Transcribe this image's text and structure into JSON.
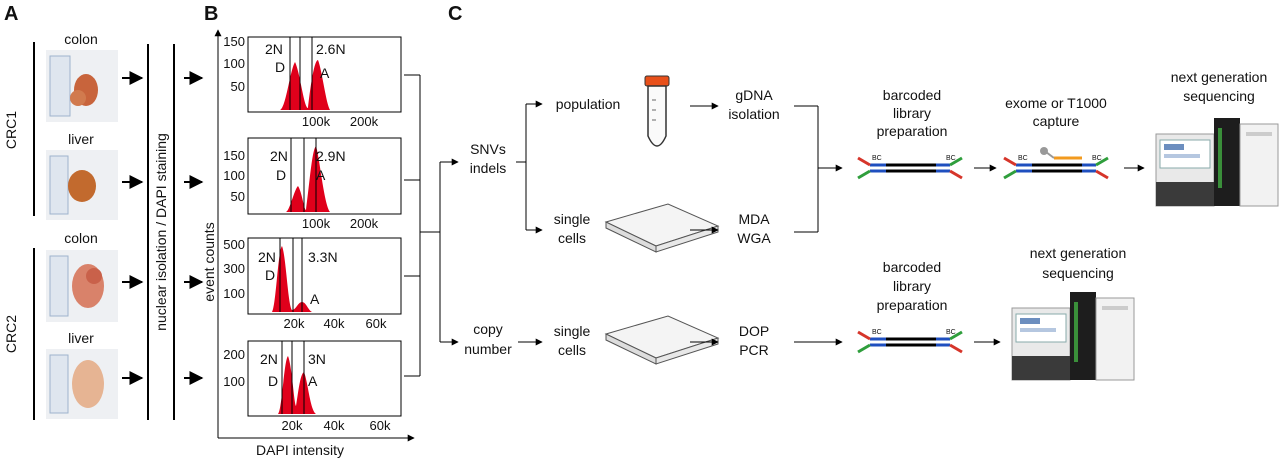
{
  "panels": {
    "a": "A",
    "b": "B",
    "c": "C"
  },
  "panel_a": {
    "groups": [
      {
        "name": "CRC1",
        "tissues": [
          "colon",
          "liver"
        ]
      },
      {
        "name": "CRC2",
        "tissues": [
          "colon",
          "liver"
        ]
      }
    ],
    "process_label": "nuclear isolation / DAPI staining"
  },
  "panel_b": {
    "y_label": "event counts",
    "x_label": "DAPI intensity",
    "histograms": [
      {
        "y_ticks": [
          "150",
          "100",
          "50"
        ],
        "x_ticks": [
          "100k",
          "200k"
        ],
        "diploid_label": "2N",
        "diploid_letter": "D",
        "aneuploid_label": "2.6N",
        "aneuploid_letter": "A"
      },
      {
        "y_ticks": [
          "150",
          "100",
          "50"
        ],
        "x_ticks": [
          "100k",
          "200k"
        ],
        "diploid_label": "2N",
        "diploid_letter": "D",
        "aneuploid_label": "2.9N",
        "aneuploid_letter": "A"
      },
      {
        "y_ticks": [
          "500",
          "300",
          "100"
        ],
        "x_ticks": [
          "20k",
          "40k",
          "60k"
        ],
        "diploid_label": "2N",
        "diploid_letter": "D",
        "aneuploid_label": "3.3N",
        "aneuploid_letter": "A"
      },
      {
        "y_ticks": [
          "200",
          "100"
        ],
        "x_ticks": [
          "20k",
          "40k",
          "60k"
        ],
        "diploid_label": "2N",
        "diploid_letter": "D",
        "aneuploid_label": "3N",
        "aneuploid_letter": "A"
      }
    ]
  },
  "panel_c": {
    "snv_branch": [
      "SNVs",
      "indels"
    ],
    "cnv_branch": [
      "copy",
      "number"
    ],
    "population": "population",
    "single_cells": [
      "single",
      "cells"
    ],
    "gdna": [
      "gDNA",
      "isolation"
    ],
    "mda": [
      "MDA",
      "WGA"
    ],
    "dop": [
      "DOP",
      "PCR"
    ],
    "barcoded": [
      "barcoded",
      "library",
      "preparation"
    ],
    "capture": [
      "exome or T1000",
      "capture"
    ],
    "ngs": [
      "next generation",
      "sequencing"
    ],
    "bc": "BC"
  },
  "colors": {
    "histogram": "#e0001b",
    "tube_cap": "#e8501a",
    "tissue": "#c8643c",
    "blue": "#1f4fbf",
    "green": "#2f9e3c",
    "red": "#d6352a",
    "orange": "#f29a1e"
  }
}
